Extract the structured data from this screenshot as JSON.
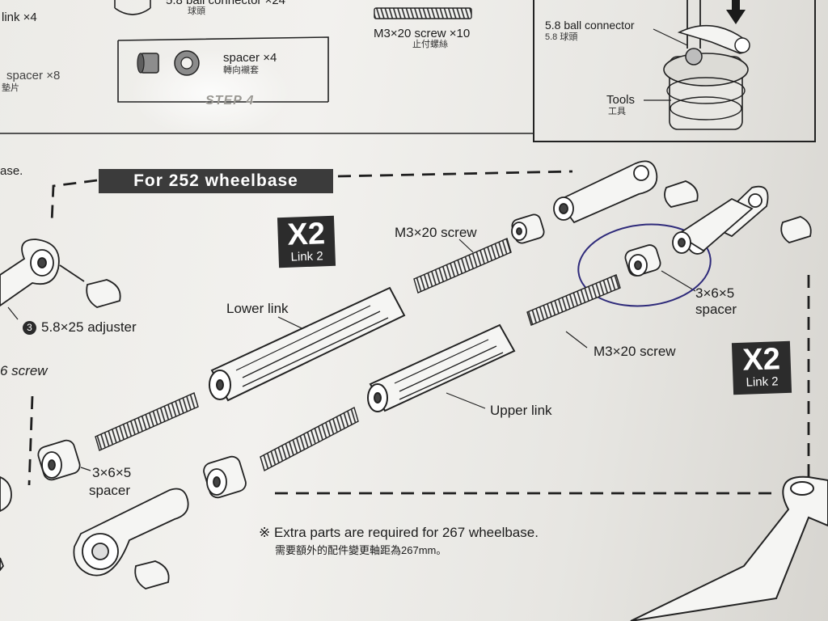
{
  "top_section": {
    "link_qty": "link ×4",
    "ball_connector_qty": "5.8 ball connector ×24",
    "ball_connector_cn": "球頭",
    "spacer_left": "spacer ×8",
    "spacer_left_cn": "墊片",
    "spacer_box": "spacer ×4",
    "spacer_box_cn": "轉向襯套",
    "step_label": "STEP 4",
    "screw_qty": "M3×20 screw ×10",
    "screw_qty_cn": "止付螺絲",
    "inset_ball": "5.8 ball connector",
    "inset_ball_cn": "5.8 球頭",
    "inset_tools": "Tools",
    "inset_tools_cn": "工具"
  },
  "main_section": {
    "edge_text": "ase.",
    "banner": "For 252 wheelbase",
    "badge_a": {
      "multiplier": "X2",
      "label": "Link 2"
    },
    "badge_b": {
      "multiplier": "X2",
      "label": "Link 2"
    },
    "labels": {
      "screw_top": "M3×20 screw",
      "spacer_right_1": "3×6×5",
      "spacer_right_2": "spacer",
      "lower_link": "Lower link",
      "adjuster_num": "3",
      "adjuster": "5.8×25 adjuster",
      "screw_right": "M3×20 screw",
      "screw_left": "6 screw",
      "upper_link": "Upper link",
      "spacer_left_1": "3×6×5",
      "spacer_left_2": "spacer"
    },
    "note_en": "※ Extra parts are required for 267 wheelbase.",
    "note_cn": "需要額外的配件變更軸距為267mm。"
  }
}
